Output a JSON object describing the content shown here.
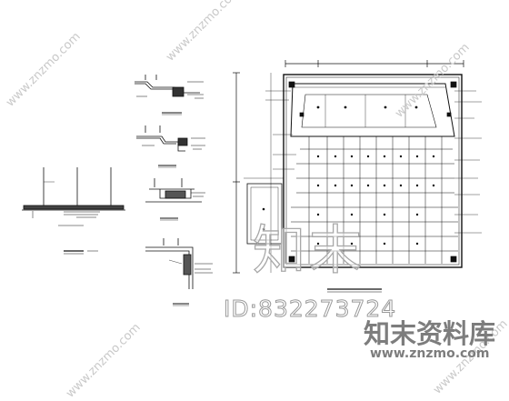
{
  "watermark": {
    "id_text": "ID:832273724",
    "brand_cn": "知末资料库",
    "brand_url": "www.znzmo.com",
    "center_cn": "知末",
    "diagonal_url": "www.znzmo.com"
  },
  "colors": {
    "line": "#111111",
    "watermark": "#7d7d7d",
    "paper": "#ffffff"
  }
}
